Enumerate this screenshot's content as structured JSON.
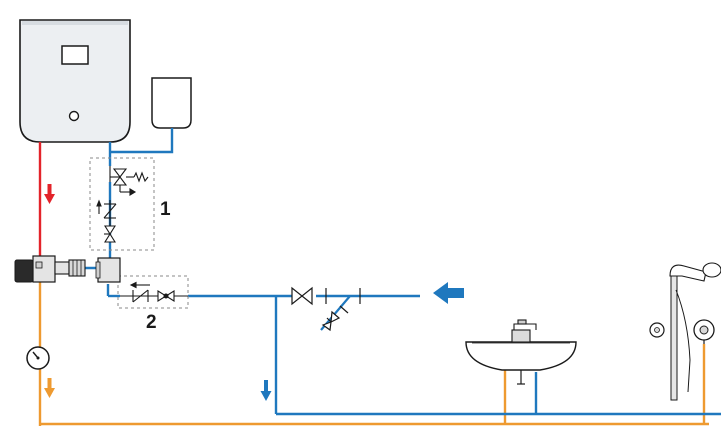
{
  "labels": {
    "callout_1": "1",
    "callout_2": "2"
  },
  "colors": {
    "hot_water": "#e3232a",
    "mixed_water": "#ee9a30",
    "cold_water": "#1f78be",
    "outline": "#1a1a1a",
    "heater_fill": "#eceff2",
    "group_box": "#888888"
  },
  "components": [
    "water-heater",
    "expansion-tank",
    "safety-valve-group",
    "thermostatic-mixing-valve",
    "check-valve-group",
    "shutoff-valve",
    "drain-valve",
    "thermometer",
    "washbasin-faucet",
    "shower-set"
  ]
}
